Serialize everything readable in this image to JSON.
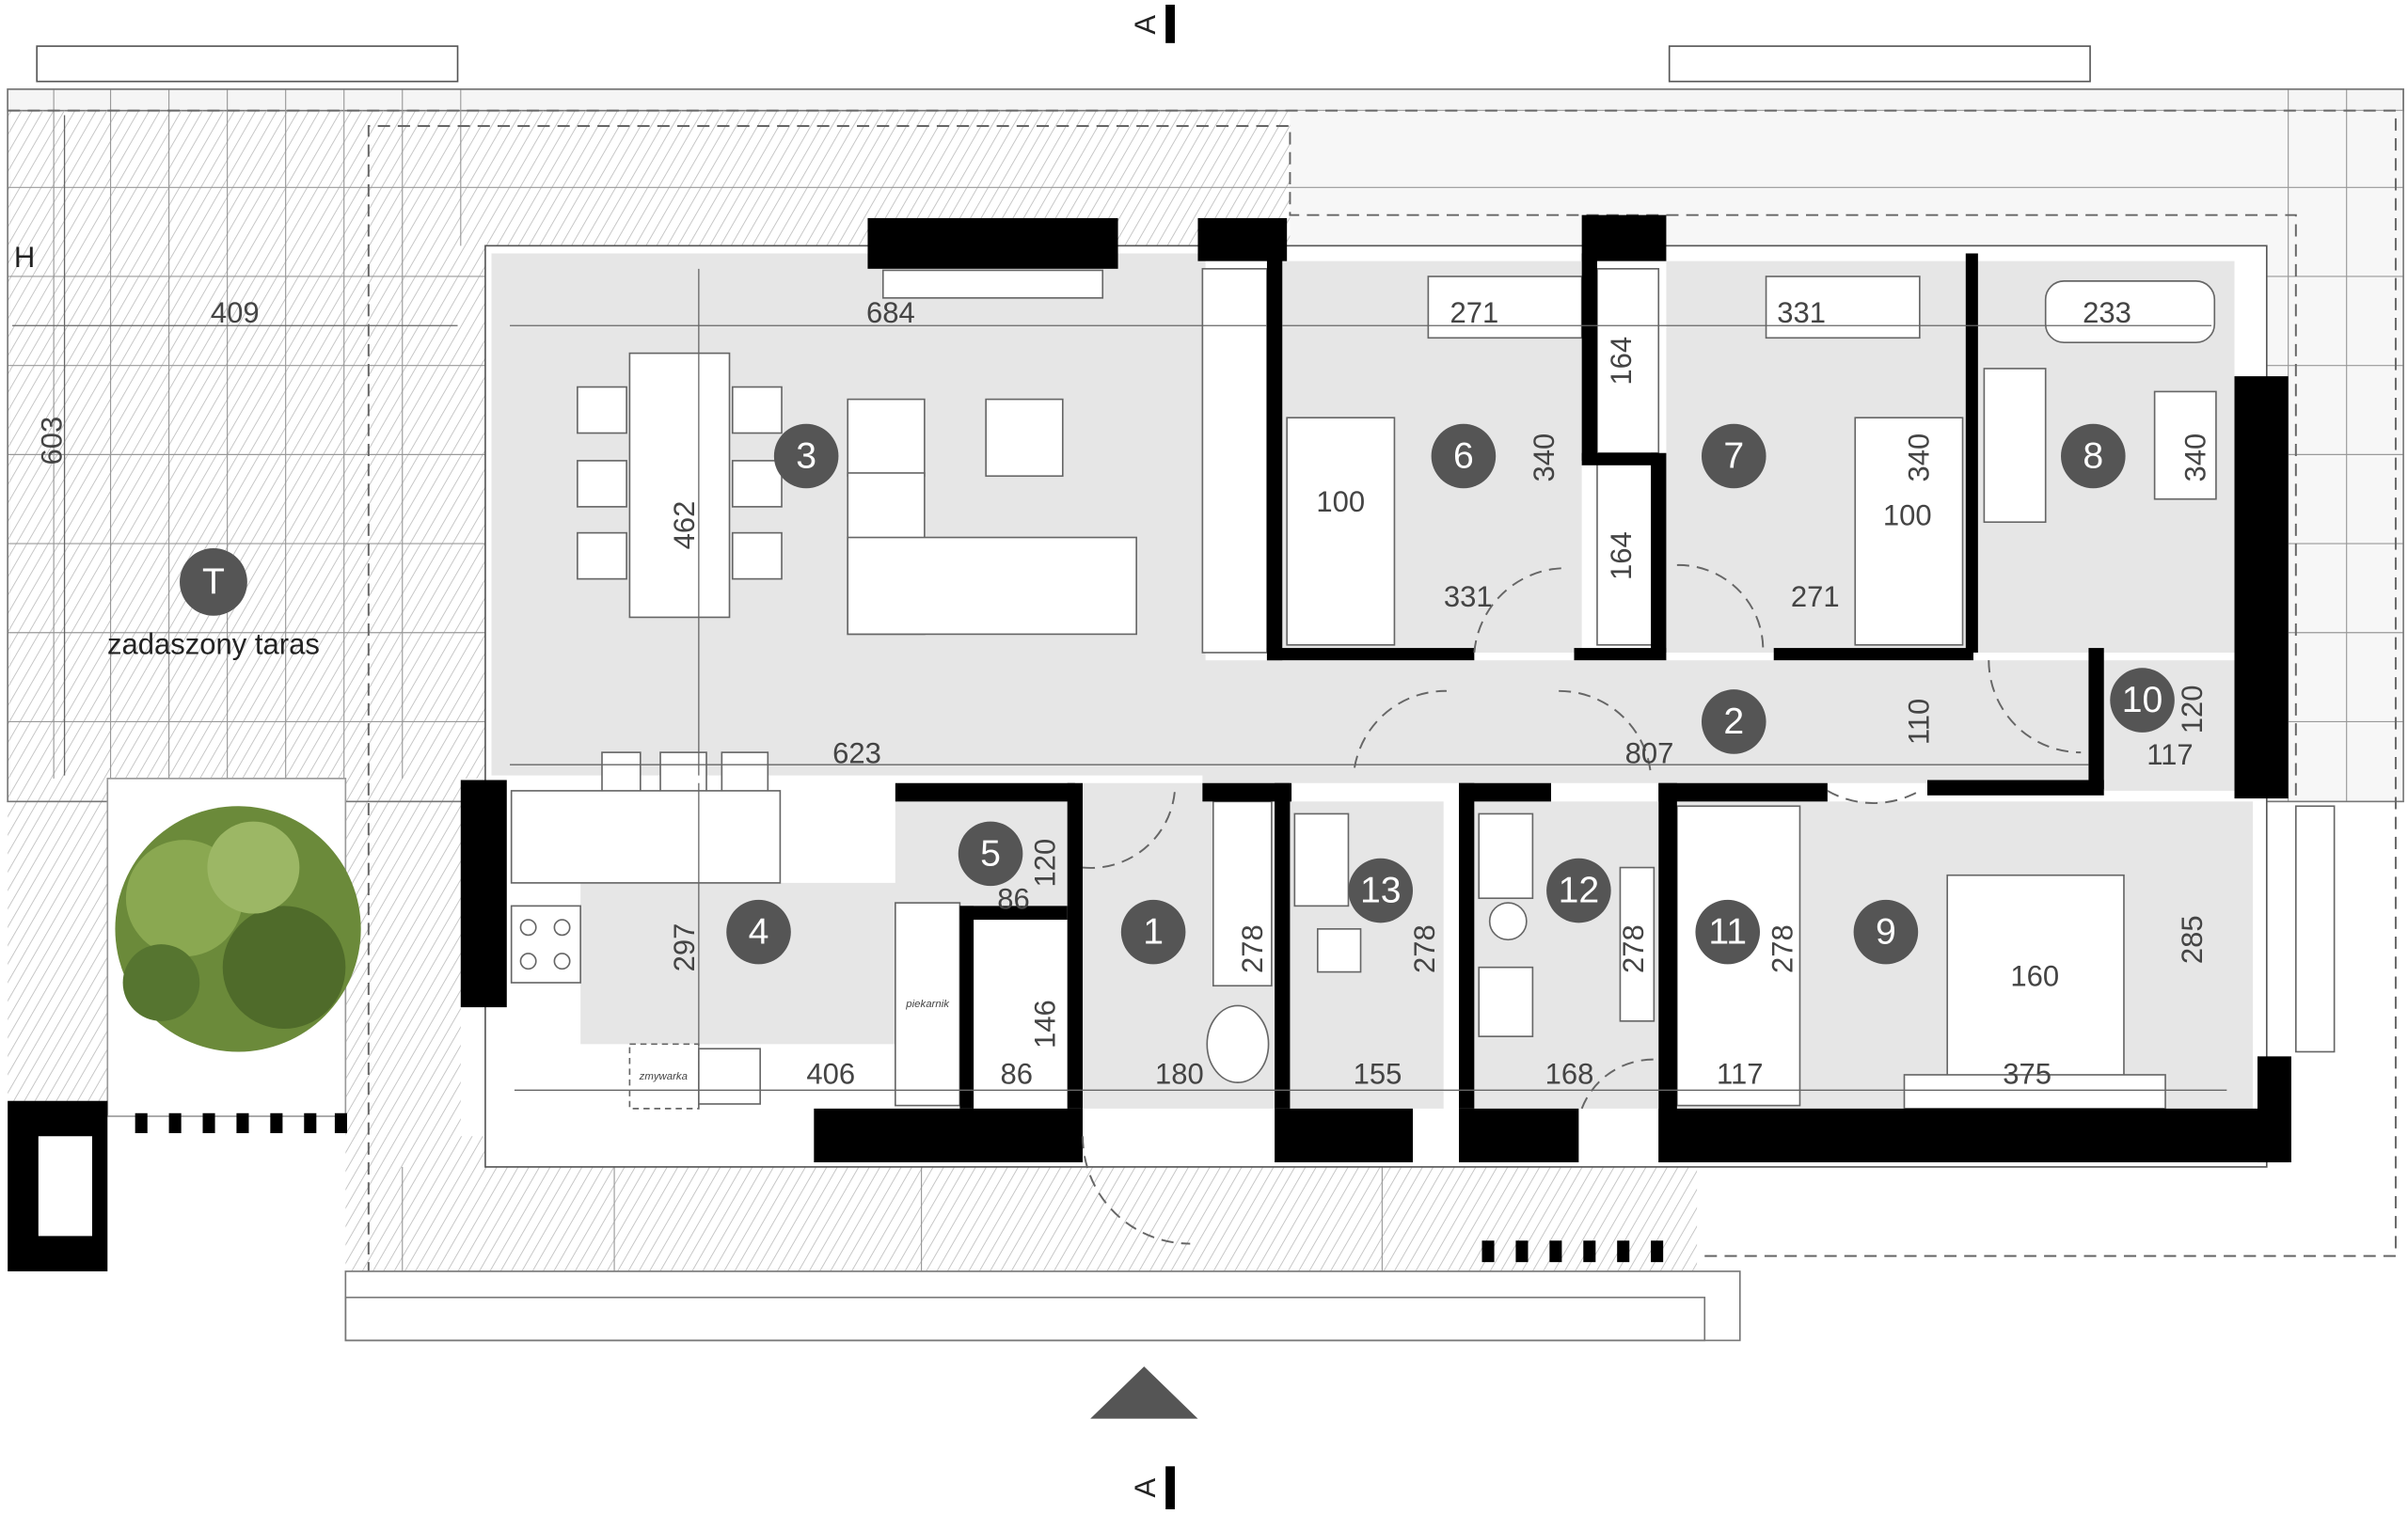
{
  "title": "Floor plan",
  "colors": {
    "wall": "#000000",
    "room": "#e6e6e6",
    "badge": "#555555",
    "tree": "#6b8a3a"
  },
  "terrace": {
    "badge": "T",
    "label": "zadaszony taras"
  },
  "markers": {
    "section_top": "A",
    "section_bottom": "A",
    "h": "H"
  },
  "appliances": {
    "dishwasher": "zmywarka",
    "oven": "piekarnik"
  },
  "rooms": [
    {
      "id": "1"
    },
    {
      "id": "2"
    },
    {
      "id": "3"
    },
    {
      "id": "4"
    },
    {
      "id": "5"
    },
    {
      "id": "6"
    },
    {
      "id": "7"
    },
    {
      "id": "8"
    },
    {
      "id": "9"
    },
    {
      "id": "10"
    },
    {
      "id": "11"
    },
    {
      "id": "12"
    },
    {
      "id": "13"
    }
  ],
  "dimensions": {
    "terrace_width": "409",
    "terrace_depth": "603",
    "r3_width": "684",
    "r3_depth": "462",
    "r3_lower": "623",
    "r6_top": "271",
    "r6_bottom": "331",
    "r6_depth": "340",
    "r6_bed": "100",
    "r7_top": "331",
    "r7_bottom": "271",
    "r7_depth": "340",
    "r7_bed": "100",
    "wardrobe_a": "164",
    "wardrobe_b": "164",
    "r8_width": "233",
    "r8_depth": "340",
    "r2_length": "807",
    "r2_width": "110",
    "r10_depth": "120",
    "r10_width": "117",
    "r5_depth": "120",
    "r5_width": "86",
    "r4_depth": "297",
    "r4_width": "406",
    "closet_width": "86",
    "closet_depth": "146",
    "r1_width": "180",
    "r1_depth": "278",
    "r13_width": "155",
    "r13_depth": "278",
    "r12_width": "168",
    "r12_depth": "278",
    "r11_width": "117",
    "r11_depth": "278",
    "r9_bed": "160",
    "r9_width": "375",
    "r9_depth": "285"
  }
}
